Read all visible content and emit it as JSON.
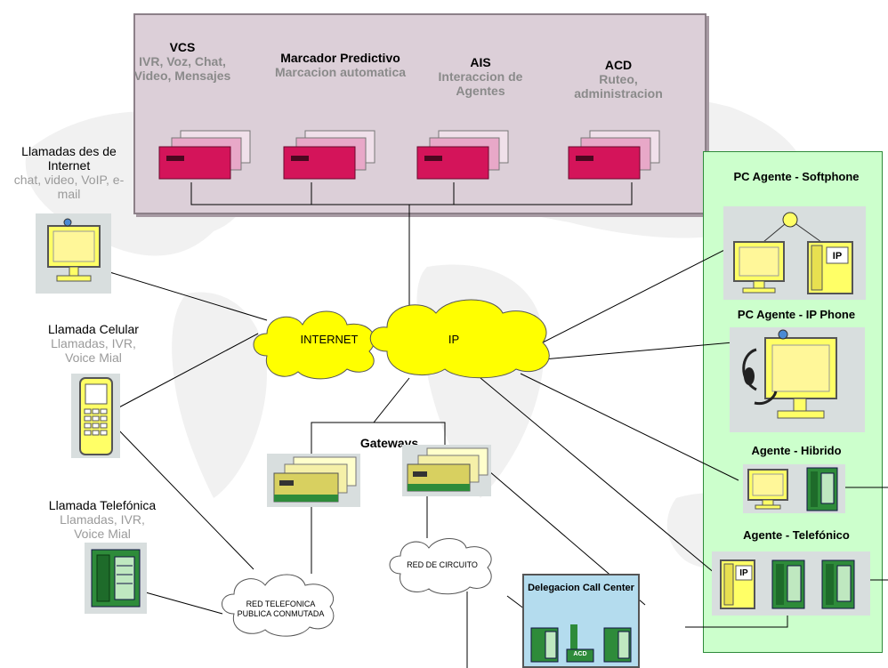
{
  "servers": {
    "vcs": {
      "title": "VCS",
      "subtitle": "IVR, Voz, Chat, Video, Mensajes"
    },
    "marcador": {
      "title": "Marcador Predictivo",
      "subtitle": "Marcacion automatica"
    },
    "ais": {
      "title": "AIS",
      "subtitle": "Interaccion de Agentes"
    },
    "acd": {
      "title": "ACD",
      "subtitle": "Ruteo, administracion"
    }
  },
  "left": {
    "internet_calls": {
      "title": "Llamadas des de Internet",
      "subtitle": "chat, video, VoIP, e-mail"
    },
    "cell_calls": {
      "title": "Llamada Celular",
      "subtitle": "Llamadas, IVR, Voice Mial"
    },
    "phone_calls": {
      "title": "Llamada Telefónica",
      "subtitle": "Llamadas, IVR, Voice Mial"
    }
  },
  "clouds": {
    "internet": "INTERNET",
    "ip": "IP",
    "pstn": "RED TELEFONICA PUBLICA CONMUTADA",
    "circuit": "RED DE CIRCUITO"
  },
  "gateways_label": "Gateways",
  "agents": {
    "softphone": "PC Agente - Softphone",
    "ipphone": "PC Agente - IP Phone",
    "hibrido": "Agente - Hibrido",
    "telefonico": "Agente - Telefónico"
  },
  "delegacion": {
    "title": "Delegacion Call Center",
    "acd_tag": "ACD"
  },
  "ip_tag": "IP",
  "colors": {
    "server_panel": "#dccfd8",
    "agent_panel": "#ccffcc",
    "server_red": "#d4145a",
    "cloud": "#ffff00",
    "phone_green": "#2e8b3a"
  }
}
